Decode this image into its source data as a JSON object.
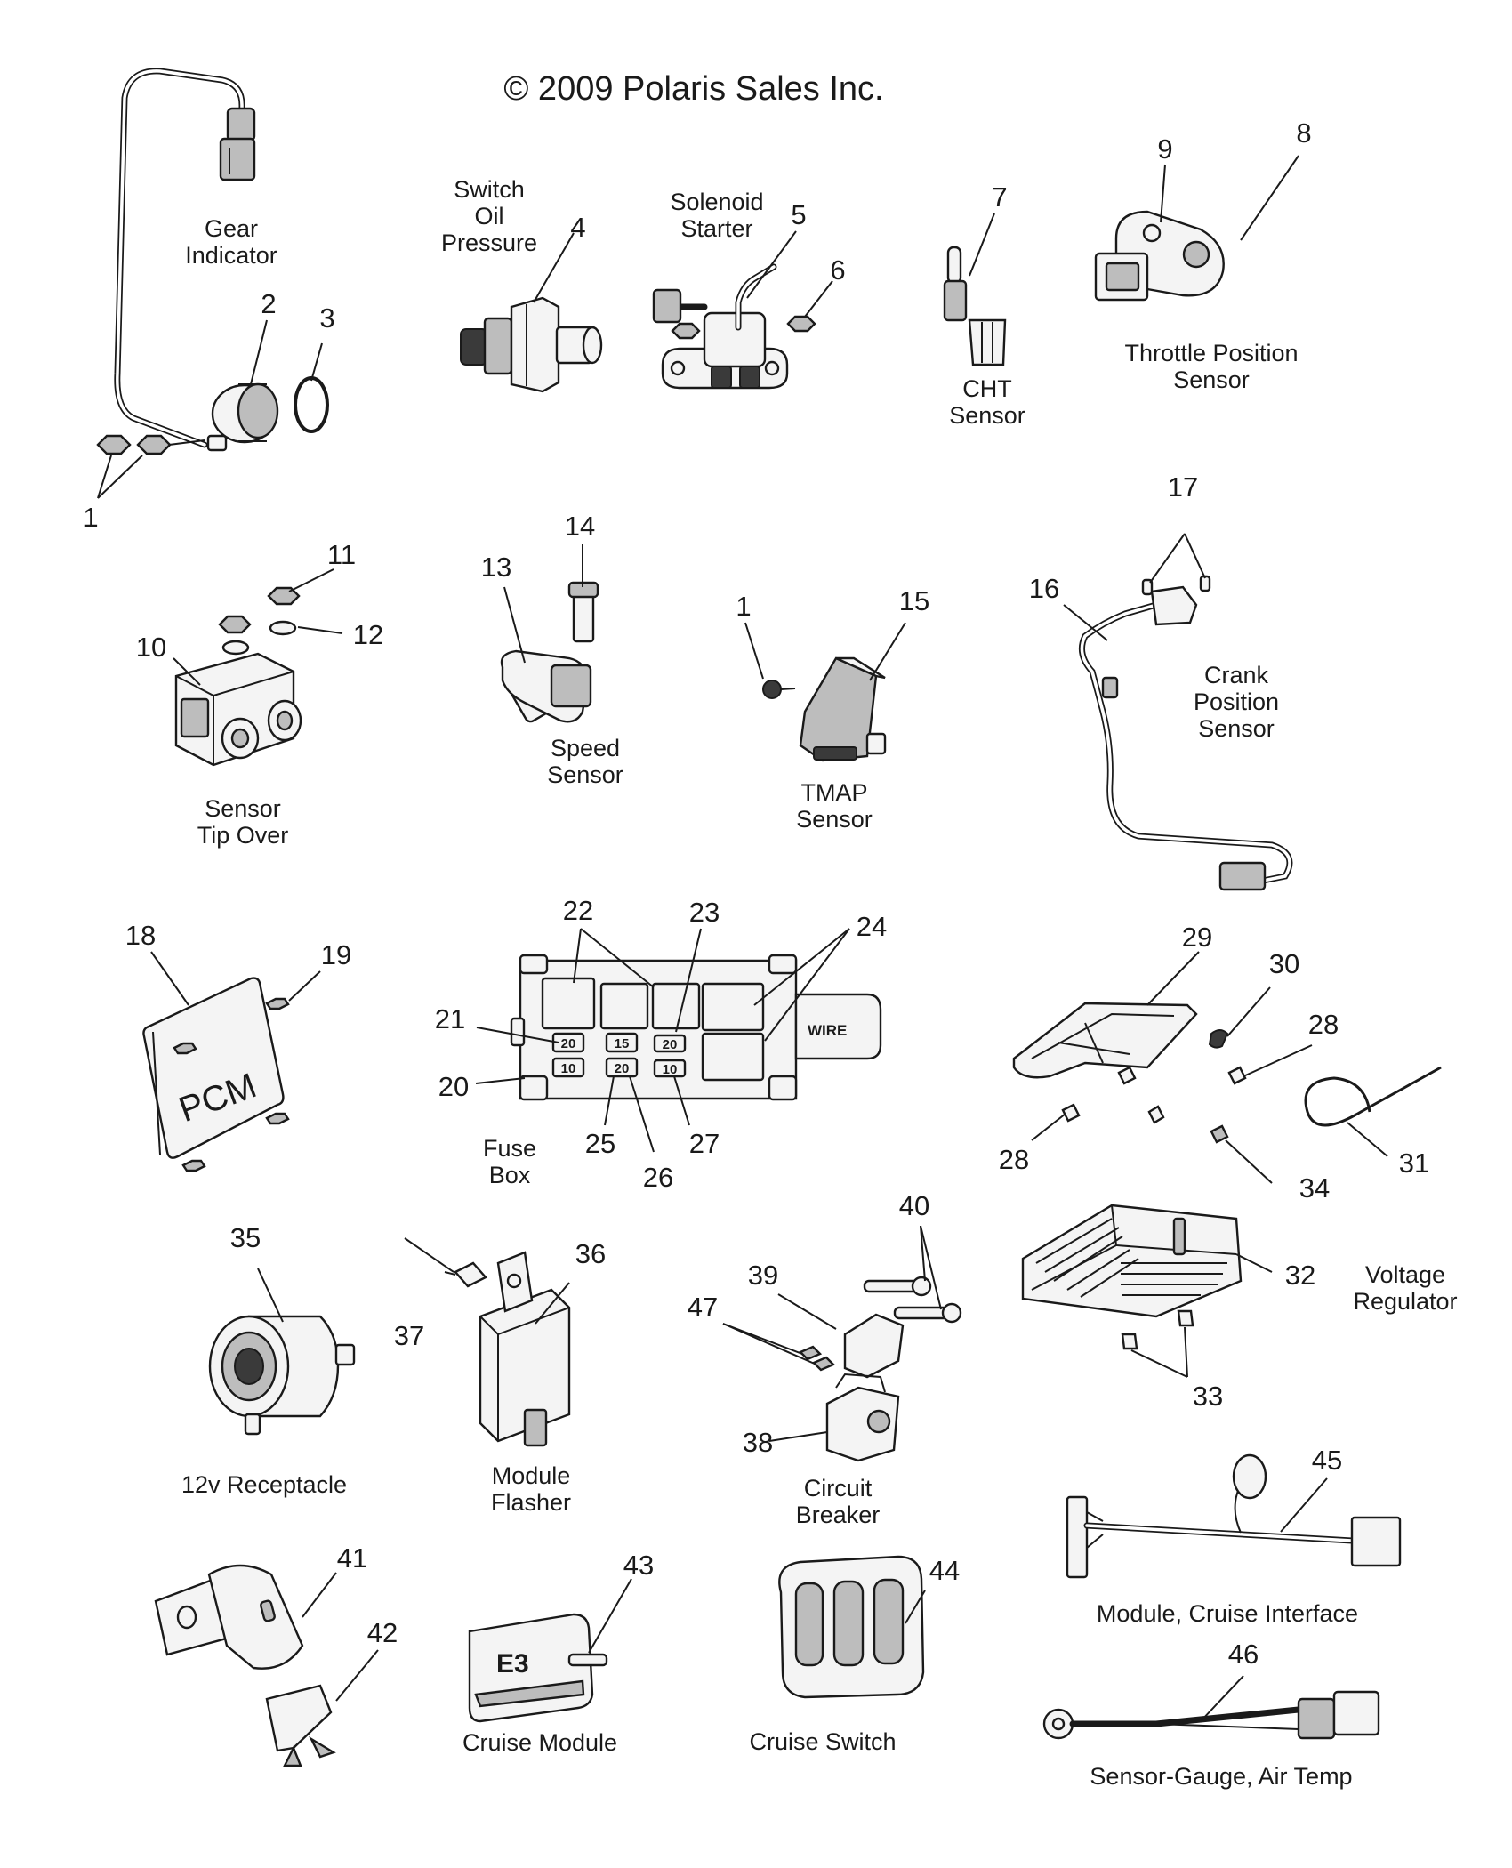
{
  "copyright": "© 2009 Polaris Sales Inc.",
  "parts": [
    {
      "id": "gear-indicator",
      "name": "Gear\nIndicator"
    },
    {
      "id": "switch-oil-pressure",
      "name": "Switch\nOil\nPressure"
    },
    {
      "id": "solenoid-starter",
      "name": "Solenoid\nStarter"
    },
    {
      "id": "cht-sensor",
      "name": "CHT\nSensor"
    },
    {
      "id": "throttle-position-sensor",
      "name": "Throttle Position\nSensor"
    },
    {
      "id": "sensor-tip-over",
      "name": "Sensor\nTip Over"
    },
    {
      "id": "speed-sensor",
      "name": "Speed\nSensor"
    },
    {
      "id": "tmap-sensor",
      "name": "TMAP\nSensor"
    },
    {
      "id": "crank-position-sensor",
      "name": "Crank\nPosition\nSensor"
    },
    {
      "id": "fuse-box",
      "name": "Fuse\nBox"
    },
    {
      "id": "voltage-regulator",
      "name": "Voltage\nRegulator"
    },
    {
      "id": "12v-receptacle",
      "name": "12v Receptacle"
    },
    {
      "id": "module-flasher",
      "name": "Module\nFlasher"
    },
    {
      "id": "circuit-breaker",
      "name": "Circuit\nBreaker"
    },
    {
      "id": "module-cruise-interface",
      "name": "Module, Cruise Interface"
    },
    {
      "id": "cruise-module",
      "name": "Cruise Module"
    },
    {
      "id": "cruise-switch",
      "name": "Cruise Switch"
    },
    {
      "id": "sensor-gauge-air-temp",
      "name": "Sensor-Gauge, Air Temp"
    }
  ],
  "callouts": [
    "1",
    "2",
    "3",
    "4",
    "5",
    "6",
    "7",
    "8",
    "9",
    "1",
    "10",
    "11",
    "12",
    "13",
    "14",
    "15",
    "16",
    "17",
    "18",
    "19",
    "20",
    "21",
    "22",
    "23",
    "24",
    "25",
    "26",
    "27",
    "28",
    "28",
    "29",
    "30",
    "31",
    "32",
    "33",
    "34",
    "35",
    "36",
    "37",
    "38",
    "39",
    "40",
    "41",
    "42",
    "43",
    "44",
    "45",
    "46",
    "47"
  ],
  "component_text": {
    "pcm": "PCM",
    "fuse_values": [
      "20",
      "15",
      "20",
      "10",
      "20",
      "10"
    ],
    "fuse_box_wire": "WIRE",
    "cruise_module_mark": "E3"
  }
}
